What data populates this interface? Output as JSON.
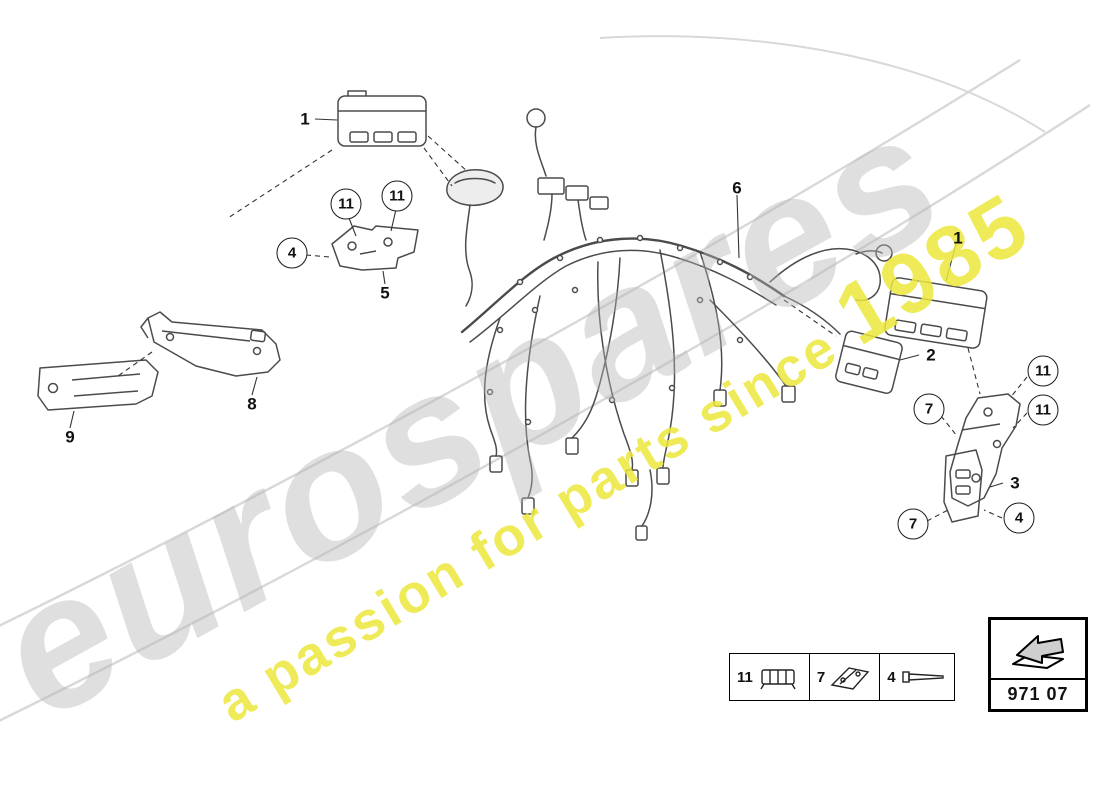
{
  "watermark": {
    "brand": "eurospares",
    "tagline_main": "a passion for parts since",
    "tagline_year": "1985"
  },
  "code": {
    "part_number": "971 07"
  },
  "callouts": [
    {
      "label": "1"
    },
    {
      "label": "11"
    },
    {
      "label": "11"
    },
    {
      "label": "4"
    },
    {
      "label": "5"
    },
    {
      "label": "6"
    },
    {
      "label": "1"
    },
    {
      "label": "2"
    },
    {
      "label": "11"
    },
    {
      "label": "11"
    },
    {
      "label": "7"
    },
    {
      "label": "3"
    },
    {
      "label": "4"
    },
    {
      "label": "7"
    },
    {
      "label": "8"
    },
    {
      "label": "9"
    }
  ],
  "legend": {
    "items": [
      {
        "label": "11",
        "icon": "connector-icon"
      },
      {
        "label": "7",
        "icon": "bracket-icon"
      },
      {
        "label": "4",
        "icon": "rivet-icon"
      }
    ]
  }
}
